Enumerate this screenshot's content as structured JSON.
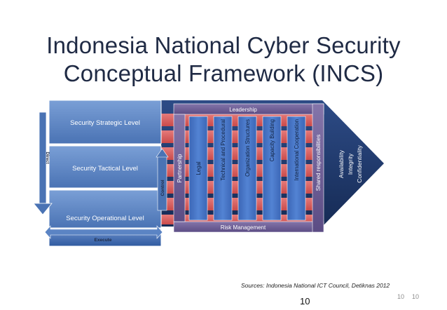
{
  "title": {
    "line1": "Indonesia National Cyber Security",
    "line2": "Conceptual Framework (INCS)"
  },
  "levels": [
    "Security Strategic Level",
    "Security Tactical Level",
    "Security Operational Level"
  ],
  "direct_label": "Direct",
  "execute_label": "Execute",
  "control_label": "Control",
  "leadership_label": "Leadership",
  "risk_management_label": "Risk Management",
  "partnership_label": "Partnership",
  "shared_responsibilities_label": "Shared responsibilities",
  "pillars": [
    "Legal",
    "Technical and Procedural",
    "Organization Structures",
    "Capacity Building",
    "International Cooperation"
  ],
  "outcomes": [
    "Availability",
    "Integrity",
    "Confidentiality"
  ],
  "source_text": "Sources: Indonesia National ICT Council, Detiknas 2012",
  "page_numbers": {
    "bottom": "10",
    "right_a": "10",
    "right_b": "10"
  },
  "colors": {
    "title": "#1f2a44",
    "level_blue": "#5b84c4",
    "arrow_navy": "#1f3864",
    "frame_purple": "#6a5a93",
    "pillar_blue": "#4472c4",
    "red_bands": "#d75a5a"
  }
}
